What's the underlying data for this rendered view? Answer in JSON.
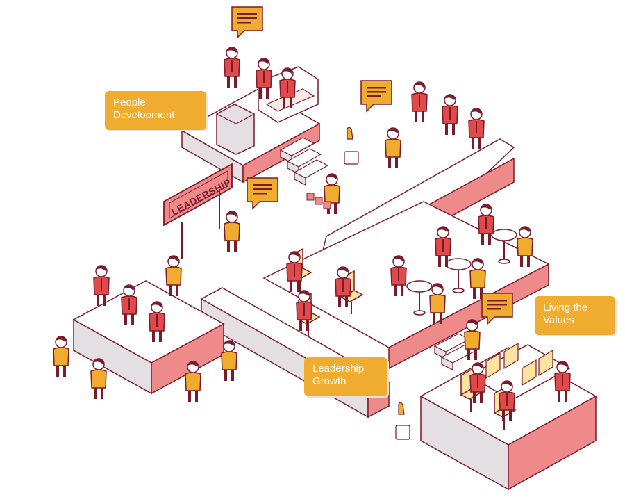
{
  "labels": {
    "people_development": [
      "People",
      "Development"
    ],
    "living_the_values": [
      "Living the",
      "Values"
    ],
    "leadership_growth": [
      "Leadership",
      "Growth"
    ]
  },
  "sign": {
    "text": "LEADERSHIP"
  },
  "colors": {
    "platform_top": "#ffffff",
    "platform_side_light": "#e3dfe3",
    "platform_side_red": "#ef8a8a",
    "outline": "#7a1b2c",
    "person_red": "#e04a4a",
    "person_yellow": "#f0ac2f",
    "accent": "#f0ac2f"
  },
  "icons": [
    "speech-bubble-icon",
    "hand-raised-icon",
    "coffee-cup-icon",
    "chair-icon",
    "table-icon"
  ]
}
